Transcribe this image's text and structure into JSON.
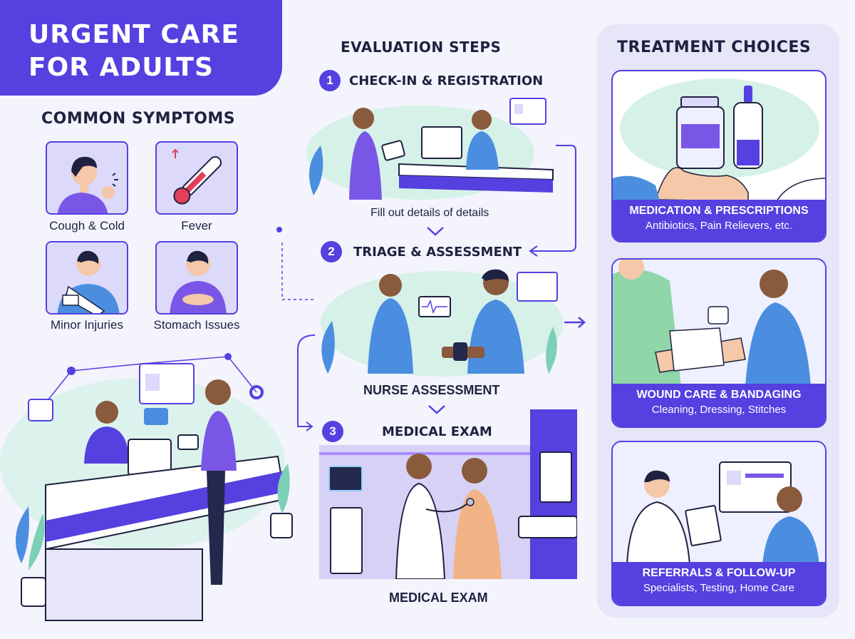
{
  "title": {
    "line1": "URGENT CARE",
    "line2": "FOR ADULTS"
  },
  "symptoms": {
    "heading": "COMMON SYMPTOMS",
    "items": [
      {
        "label": "Cough & Cold",
        "icon": "coughing-person-icon"
      },
      {
        "label": "Fever",
        "icon": "thermometer-icon"
      },
      {
        "label": "Minor Injuries",
        "icon": "arm-sling-icon"
      },
      {
        "label": "Stomach Issues",
        "icon": "stomach-pain-icon"
      }
    ]
  },
  "evaluation": {
    "heading": "EVALUATION STEPS",
    "steps": [
      {
        "number": "1",
        "title": "CHECK-IN & REGISTRATION",
        "caption": "Fill out details of details"
      },
      {
        "number": "2",
        "title": "TRIAGE & ASSESSMENT",
        "caption": "NURSE ASSESSMENT"
      },
      {
        "number": "3",
        "title": "MEDICAL EXAM",
        "caption": "MEDICAL EXAM"
      }
    ]
  },
  "treatment": {
    "heading": "TREATMENT CHOICES",
    "options": [
      {
        "title": "MEDICATION & PRESCRIPTIONS",
        "subtitle": "Antibiotics, Pain Relievers, etc."
      },
      {
        "title": "WOUND CARE & BANDAGING",
        "subtitle": "Cleaning, Dressing, Stitches"
      },
      {
        "title": "REFERRALS & FOLLOW-UP",
        "subtitle": "Specialists, Testing, Home Care"
      }
    ]
  },
  "colors": {
    "accent": "#5540e0",
    "accent_light": "#dcd9fb",
    "nurse_blue": "#4b8ee0",
    "mint": "#c9f0e3",
    "text_dark": "#1f2140"
  }
}
